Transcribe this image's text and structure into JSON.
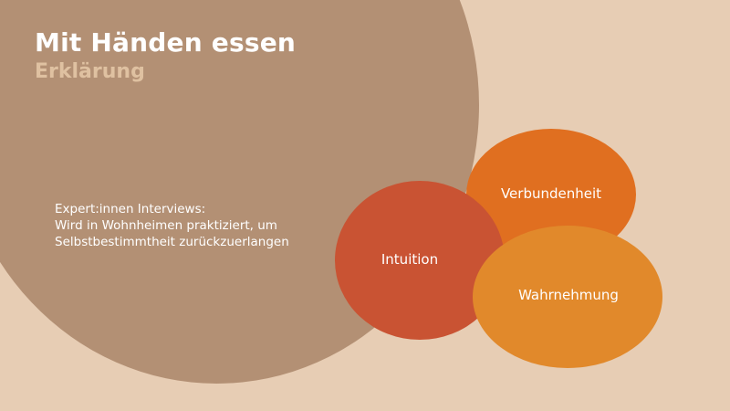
{
  "slide": {
    "title": "Mit Händen essen",
    "subtitle": "Erklärung",
    "body_lines": [
      "Expert:innen Interviews:",
      "Wird in Wohnheimen praktiziert, um",
      "Selbstbestimmtheit zurückzuerlangen"
    ]
  },
  "bubbles": {
    "verbundenheit": "Verbundenheit",
    "intuition": "Intuition",
    "wahrnehmung": "Wahrnehmung"
  },
  "colors": {
    "background": "#e7cdb4",
    "large_circle": "#b39074",
    "subtitle": "#dfc1a1",
    "verbundenheit": "#e06f20",
    "intuition": "#c95333",
    "wahrnehmung": "#e1892b"
  }
}
